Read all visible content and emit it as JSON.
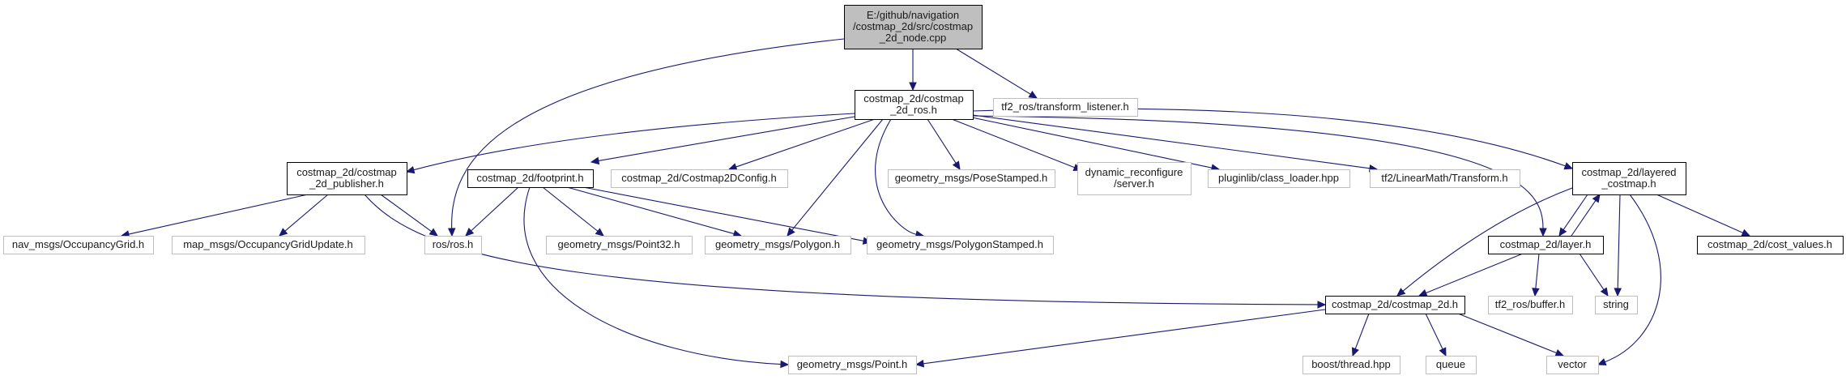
{
  "graph": {
    "colors": {
      "edge": "#191970",
      "root_fill": "#bfbfbf",
      "root_stroke": "#000000",
      "documented_stroke": "#000000",
      "external_stroke": "#bfbfbf",
      "fill": "#ffffff"
    },
    "nodes": [
      {
        "id": "root",
        "kind": "root",
        "lines": [
          "E:/github/navigation",
          "/costmap_2d/src/costmap",
          "_2d_node.cpp"
        ]
      },
      {
        "id": "ros-h",
        "kind": "documented",
        "lines": [
          "costmap_2d/costmap",
          "_2d_ros.h"
        ]
      },
      {
        "id": "tf2-listener",
        "kind": "external",
        "lines": [
          "tf2_ros/transform_listener.h"
        ]
      },
      {
        "id": "publisher",
        "kind": "documented",
        "lines": [
          "costmap_2d/costmap",
          "_2d_publisher.h"
        ]
      },
      {
        "id": "footprint",
        "kind": "documented",
        "lines": [
          "costmap_2d/footprint.h"
        ]
      },
      {
        "id": "config",
        "kind": "external",
        "lines": [
          "costmap_2d/Costmap2DConfig.h"
        ]
      },
      {
        "id": "posestamped",
        "kind": "external",
        "lines": [
          "geometry_msgs/PoseStamped.h"
        ]
      },
      {
        "id": "dynreconf",
        "kind": "external",
        "lines": [
          "dynamic_reconfigure",
          "/server.h"
        ]
      },
      {
        "id": "classloader",
        "kind": "external",
        "lines": [
          "pluginlib/class_loader.hpp"
        ]
      },
      {
        "id": "transform",
        "kind": "external",
        "lines": [
          "tf2/LinearMath/Transform.h"
        ]
      },
      {
        "id": "layered",
        "kind": "documented",
        "lines": [
          "costmap_2d/layered",
          "_costmap.h"
        ]
      },
      {
        "id": "navgrid",
        "kind": "external",
        "lines": [
          "nav_msgs/OccupancyGrid.h"
        ]
      },
      {
        "id": "mapupdate",
        "kind": "external",
        "lines": [
          "map_msgs/OccupancyGridUpdate.h"
        ]
      },
      {
        "id": "rosros",
        "kind": "external",
        "lines": [
          "ros/ros.h"
        ]
      },
      {
        "id": "point32",
        "kind": "external",
        "lines": [
          "geometry_msgs/Point32.h"
        ]
      },
      {
        "id": "polygon",
        "kind": "external",
        "lines": [
          "geometry_msgs/Polygon.h"
        ]
      },
      {
        "id": "polystamped",
        "kind": "external",
        "lines": [
          "geometry_msgs/PolygonStamped.h"
        ]
      },
      {
        "id": "layer",
        "kind": "documented",
        "lines": [
          "costmap_2d/layer.h"
        ]
      },
      {
        "id": "costvalues",
        "kind": "documented",
        "lines": [
          "costmap_2d/cost_values.h"
        ]
      },
      {
        "id": "costmap2d",
        "kind": "documented",
        "lines": [
          "costmap_2d/costmap_2d.h"
        ]
      },
      {
        "id": "buffer",
        "kind": "external",
        "lines": [
          "tf2_ros/buffer.h"
        ]
      },
      {
        "id": "string",
        "kind": "external",
        "lines": [
          "string"
        ]
      },
      {
        "id": "point",
        "kind": "external",
        "lines": [
          "geometry_msgs/Point.h"
        ]
      },
      {
        "id": "boostthread",
        "kind": "external",
        "lines": [
          "boost/thread.hpp"
        ]
      },
      {
        "id": "queue",
        "kind": "external",
        "lines": [
          "queue"
        ]
      },
      {
        "id": "vector",
        "kind": "external",
        "lines": [
          "vector"
        ]
      }
    ],
    "edges": [
      {
        "from": "root",
        "to": "ros-h"
      },
      {
        "from": "root",
        "to": "tf2-listener"
      },
      {
        "from": "root",
        "to": "rosros"
      },
      {
        "from": "ros-h",
        "to": "publisher"
      },
      {
        "from": "ros-h",
        "to": "footprint"
      },
      {
        "from": "ros-h",
        "to": "config"
      },
      {
        "from": "ros-h",
        "to": "posestamped"
      },
      {
        "from": "ros-h",
        "to": "dynreconf"
      },
      {
        "from": "ros-h",
        "to": "classloader"
      },
      {
        "from": "ros-h",
        "to": "transform"
      },
      {
        "from": "ros-h",
        "to": "layered"
      },
      {
        "from": "ros-h",
        "to": "layer"
      },
      {
        "from": "ros-h",
        "to": "polygon"
      },
      {
        "from": "ros-h",
        "to": "polystamped"
      },
      {
        "from": "publisher",
        "to": "navgrid"
      },
      {
        "from": "publisher",
        "to": "mapupdate"
      },
      {
        "from": "publisher",
        "to": "rosros"
      },
      {
        "from": "publisher",
        "to": "costmap2d"
      },
      {
        "from": "footprint",
        "to": "rosros"
      },
      {
        "from": "footprint",
        "to": "point32"
      },
      {
        "from": "footprint",
        "to": "polygon"
      },
      {
        "from": "footprint",
        "to": "polystamped"
      },
      {
        "from": "footprint",
        "to": "point"
      },
      {
        "from": "layered",
        "to": "layer"
      },
      {
        "from": "layered",
        "to": "costvalues"
      },
      {
        "from": "layered",
        "to": "costmap2d"
      },
      {
        "from": "layered",
        "to": "string"
      },
      {
        "from": "layered",
        "to": "vector"
      },
      {
        "from": "layer",
        "to": "layered"
      },
      {
        "from": "layer",
        "to": "costmap2d"
      },
      {
        "from": "layer",
        "to": "buffer"
      },
      {
        "from": "layer",
        "to": "string"
      },
      {
        "from": "costmap2d",
        "to": "point"
      },
      {
        "from": "costmap2d",
        "to": "boostthread"
      },
      {
        "from": "costmap2d",
        "to": "queue"
      },
      {
        "from": "costmap2d",
        "to": "vector"
      }
    ]
  }
}
